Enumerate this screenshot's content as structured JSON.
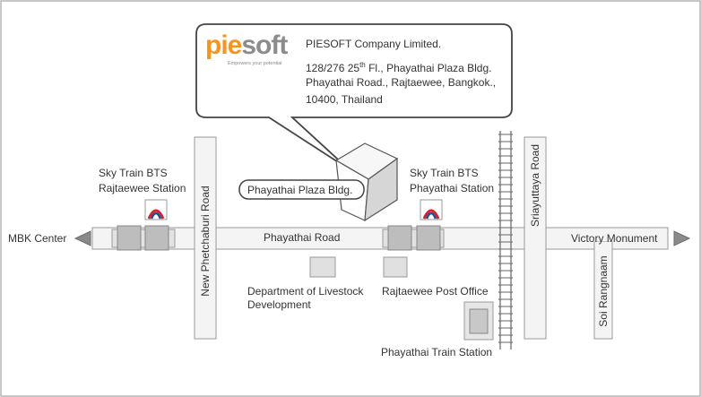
{
  "company": {
    "logo_part1": "pie",
    "logo_part2": "soft",
    "tagline": "Empowers your potential",
    "name": "PIESOFT Company Limited.",
    "address_line1_pre": "128/276 25",
    "address_line1_sup": "th",
    "address_line1_post": " Fl., Phayathai Plaza Bldg.",
    "address_line2": "Phayathai Road., Rajtaewee, Bangkok.,",
    "address_line3": "10400, Thailand"
  },
  "landmarks": {
    "building": "Phayathai Plaza Bldg.",
    "bts_left_line1": "Sky Train BTS",
    "bts_left_line2": "Rajtaewee Station",
    "bts_right_line1": "Sky Train BTS",
    "bts_right_line2": "Phayathai Station",
    "livestock_line1": "Department of Livestock",
    "livestock_line2": "Development",
    "post_office": "Rajtaewee Post Office",
    "train_station": "Phayathai Train Station",
    "bts_badge": "BTS"
  },
  "roads": {
    "main": "Phayathai Road",
    "new_phetchaburi": "New Phetchaburi Road",
    "sriayuttaya": "Sriayuttaya Road",
    "soi_rangnaam": "Soi Rangnaam"
  },
  "directions": {
    "west": "MBK Center",
    "east": "Victory Monument"
  },
  "colors": {
    "road_fill": "#f4f4f4",
    "road_stroke": "#9a9a9a",
    "station_fill": "#bdbdbd",
    "logo_orange": "#f7931e",
    "bts_red": "#d2232a",
    "bts_blue": "#1f4e9c"
  }
}
